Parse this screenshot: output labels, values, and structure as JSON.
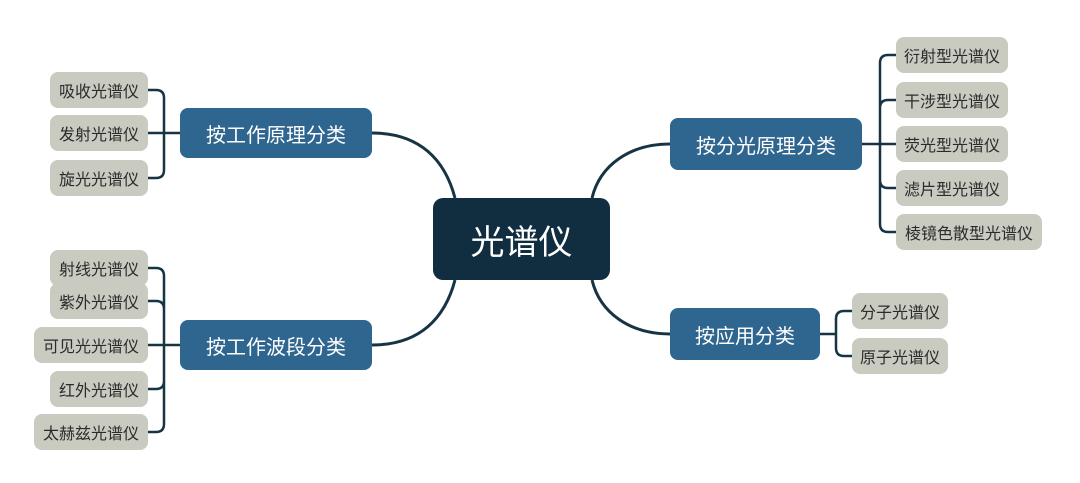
{
  "root": "光谱仪",
  "branches": {
    "principle": {
      "label": "按工作原理分类",
      "leaves": [
        "吸收光谱仪",
        "发射光谱仪",
        "旋光光谱仪"
      ]
    },
    "band": {
      "label": "按工作波段分类",
      "leaves": [
        "射线光谱仪",
        "紫外光谱仪",
        "可见光光谱仪",
        "红外光谱仪",
        "太赫兹光谱仪"
      ]
    },
    "dispersion": {
      "label": "按分光原理分类",
      "leaves": [
        "衍射型光谱仪",
        "干涉型光谱仪",
        "荧光型光谱仪",
        "滤片型光谱仪",
        "棱镜色散型光谱仪"
      ]
    },
    "application": {
      "label": "按应用分类",
      "leaves": [
        "分子光谱仪",
        "原子光谱仪"
      ]
    }
  },
  "colors": {
    "root": "#112e40",
    "branch": "#2f6690",
    "leaf": "#c9cbc1",
    "line": "#173445"
  }
}
